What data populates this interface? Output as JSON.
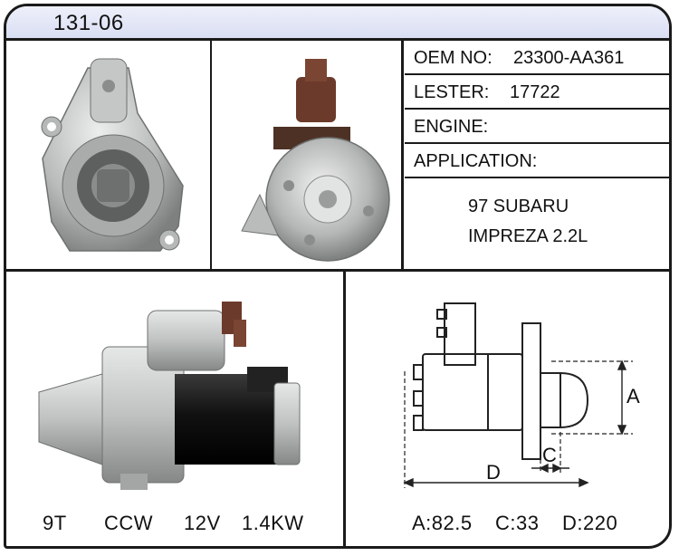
{
  "header": {
    "code": "131-06"
  },
  "specs": {
    "oem_label": "OEM NO:",
    "oem_value": "23300-AA361",
    "lester_label": "LESTER:",
    "lester_value": "17722",
    "engine_label": "ENGINE:",
    "application_label": "APPLICATION:",
    "application_lines": [
      "97 SUBARU",
      "IMPREZA 2.2L"
    ]
  },
  "ratings": {
    "teeth": "9T",
    "rotation": "CCW",
    "voltage": "12V",
    "power": "1.4KW"
  },
  "dimensions": {
    "label_a": "A",
    "label_c": "C",
    "label_d": "D",
    "a_text": "A:82.5",
    "c_text": "C:33",
    "d_text": "D:220"
  },
  "colors": {
    "header_bg": "#d9def3",
    "border": "#1a1a1a",
    "solenoid_cap": "#6b3a2a",
    "housing_black": "#151515",
    "aluminum": "#c9cbc8"
  }
}
